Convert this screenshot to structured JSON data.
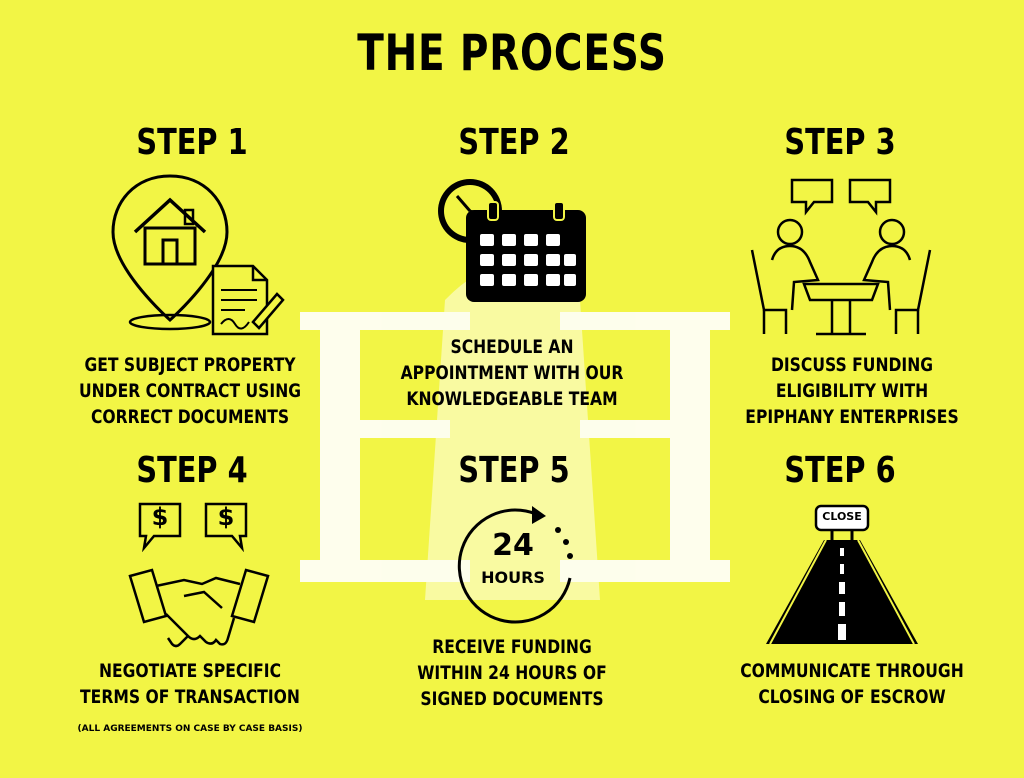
{
  "title": "THE PROCESS",
  "steps": [
    {
      "heading": "STEP 1",
      "lines": [
        "GET SUBJECT PROPERTY",
        "UNDER CONTRACT USING",
        "CORRECT DOCUMENTS"
      ]
    },
    {
      "heading": "STEP 2",
      "lines": [
        "SCHEDULE AN",
        "APPOINTMENT WITH OUR",
        "KNOWLEDGEABLE TEAM"
      ]
    },
    {
      "heading": "STEP 3",
      "lines": [
        "DISCUSS FUNDING",
        "ELIGIBILITY WITH",
        "EPIPHANY ENTERPRISES"
      ]
    },
    {
      "heading": "STEP 4",
      "lines": [
        "NEGOTIATE SPECIFIC",
        "TERMS OF TRANSACTION"
      ],
      "note": "(ALL AGREEMENTS ON CASE BY CASE BASIS)"
    },
    {
      "heading": "STEP 5",
      "lines": [
        "RECEIVE FUNDING",
        "WITHIN 24 HOURS OF",
        "SIGNED DOCUMENTS"
      ]
    },
    {
      "heading": "STEP 6",
      "lines": [
        "COMMUNICATE THROUGH",
        "CLOSING OF ESCROW"
      ]
    }
  ],
  "clock_badge": {
    "number": "24",
    "unit": "HOURS"
  },
  "road_sign": "CLOSE",
  "dollar_symbol": "$",
  "icons": [
    "house-location-pin-icon",
    "signed-contract-icon",
    "clock-icon",
    "calendar-icon",
    "speech-bubble-icon",
    "meeting-table-icon",
    "dollar-speech-bubble-icon",
    "handshake-icon",
    "circular-arrow-icon",
    "road-icon"
  ],
  "colors": {
    "background": "#f2f545",
    "ink": "#000000",
    "watermark": "#ffffff"
  }
}
